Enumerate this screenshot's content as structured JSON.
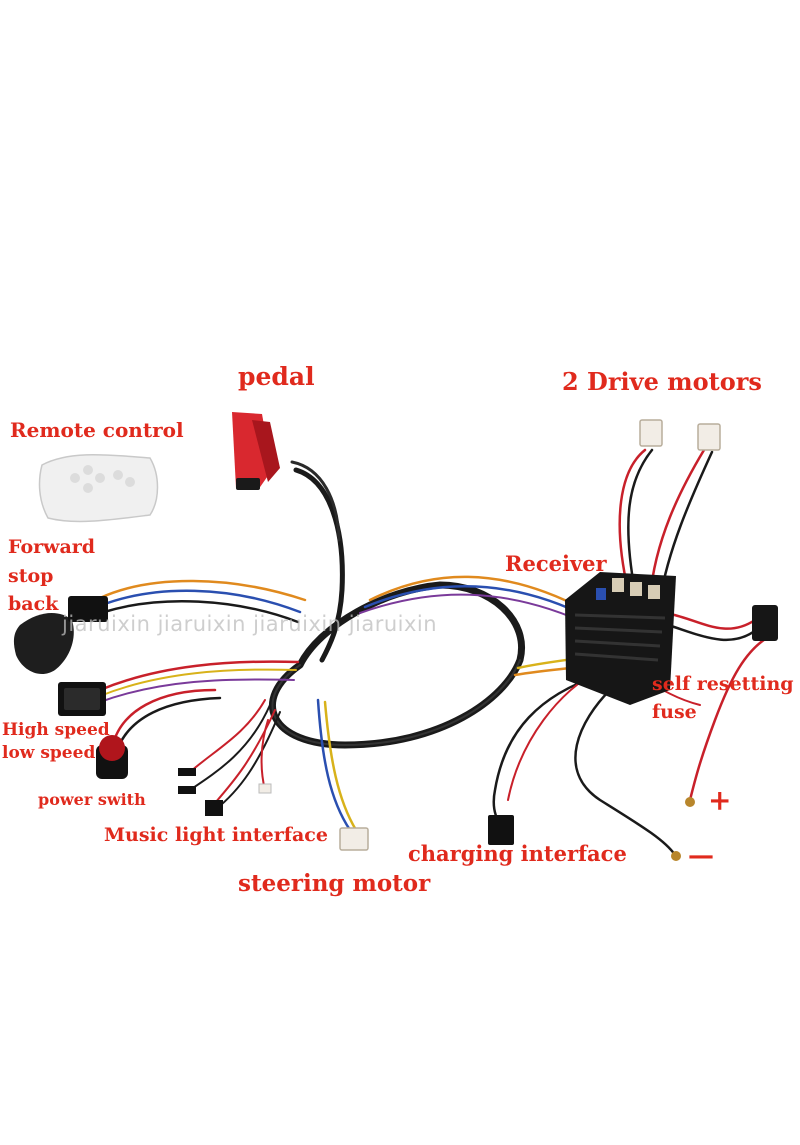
{
  "colors": {
    "label": "#e02a1d",
    "wire_black": "#1a1a1a",
    "wire_red": "#c8202a",
    "wire_blue": "#2a4fb0",
    "wire_orange": "#e08a1e",
    "wire_yellow": "#d8b21a",
    "wire_purple": "#7a3a9a",
    "pedal_red": "#d9282f",
    "module_black": "#161616",
    "plug_white": "#f2ede6"
  },
  "labels": {
    "pedal": "pedal",
    "drive_motors": "2 Drive motors",
    "remote_control": "Remote control",
    "forward": "Forward",
    "stop": "stop",
    "back": "back",
    "receiver": "Receiver",
    "self_resetting": "self resetting",
    "fuse": "fuse",
    "high_speed": "High speed",
    "low_speed": "low speed",
    "power_switch": "power swith",
    "music_light": "Music light interface",
    "charging": "charging interface",
    "steering": "steering motor",
    "plus": "+",
    "minus": "—"
  },
  "watermark": "jiaruixin  jiaruixin  jiaruixin  jiaruixin"
}
